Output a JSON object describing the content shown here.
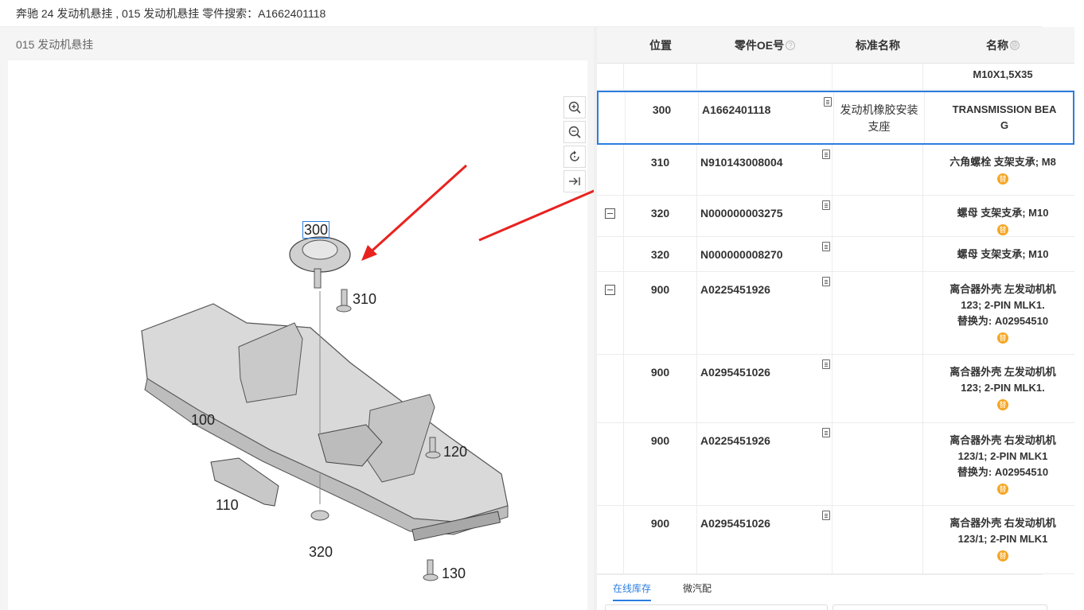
{
  "topbar": {
    "breadcrumb": "奔驰 24 发动机悬挂 , 015 发动机悬挂 零件搜索：A1662401118"
  },
  "left": {
    "title": "015 发动机悬挂"
  },
  "callouts": [
    "300",
    "310",
    "100",
    "120",
    "110",
    "320",
    "130"
  ],
  "table": {
    "headers": {
      "position": "位置",
      "oe": "零件OE号",
      "std_name": "标准名称",
      "name": "名称"
    },
    "rows": [
      {
        "pos": "",
        "oe": "",
        "std": "",
        "name": [
          "M10X1,5X35"
        ],
        "badge": false,
        "expander": false
      },
      {
        "pos": "300",
        "oe": "A1662401118",
        "std": "发动机橡胶安装支座",
        "name": [
          "TRANSMISSION BEA",
          "G"
        ],
        "badge": false,
        "expander": false,
        "selected": true
      },
      {
        "pos": "310",
        "oe": "N910143008004",
        "std": "",
        "name": [
          "六角螺栓 支架支承; M8"
        ],
        "badge": true,
        "expander": false
      },
      {
        "pos": "320",
        "oe": "N000000003275",
        "std": "",
        "name": [
          "螺母 支架支承; M10"
        ],
        "badge": true,
        "expander": true
      },
      {
        "pos": "320",
        "oe": "N000000008270",
        "std": "",
        "name": [
          "螺母 支架支承; M10"
        ],
        "badge": false,
        "expander": false
      },
      {
        "pos": "900",
        "oe": "A0225451926",
        "std": "",
        "name": [
          "离合器外壳 左发动机机",
          "123; 2-PIN MLK1.",
          "替换为: A02954510"
        ],
        "badge": true,
        "expander": true
      },
      {
        "pos": "900",
        "oe": "A0295451026",
        "std": "",
        "name": [
          "离合器外壳 左发动机机",
          "123; 2-PIN MLK1."
        ],
        "badge": true,
        "expander": false
      },
      {
        "pos": "900",
        "oe": "A0225451926",
        "std": "",
        "name": [
          "离合器外壳 右发动机机",
          "123/1; 2-PIN MLK1",
          "替换为: A02954510"
        ],
        "badge": true,
        "expander": false
      },
      {
        "pos": "900",
        "oe": "A0295451026",
        "std": "",
        "name": [
          "离合器外壳 右发动机机",
          "123/1; 2-PIN MLK1"
        ],
        "badge": true,
        "expander": false
      }
    ],
    "badge_char": "替"
  },
  "bottom_tabs": {
    "stock": "在线库存",
    "wechat": "微汽配"
  },
  "colors": {
    "accent": "#2b7ee0",
    "arrow": "#e8231f",
    "badge": "#f5a623"
  }
}
